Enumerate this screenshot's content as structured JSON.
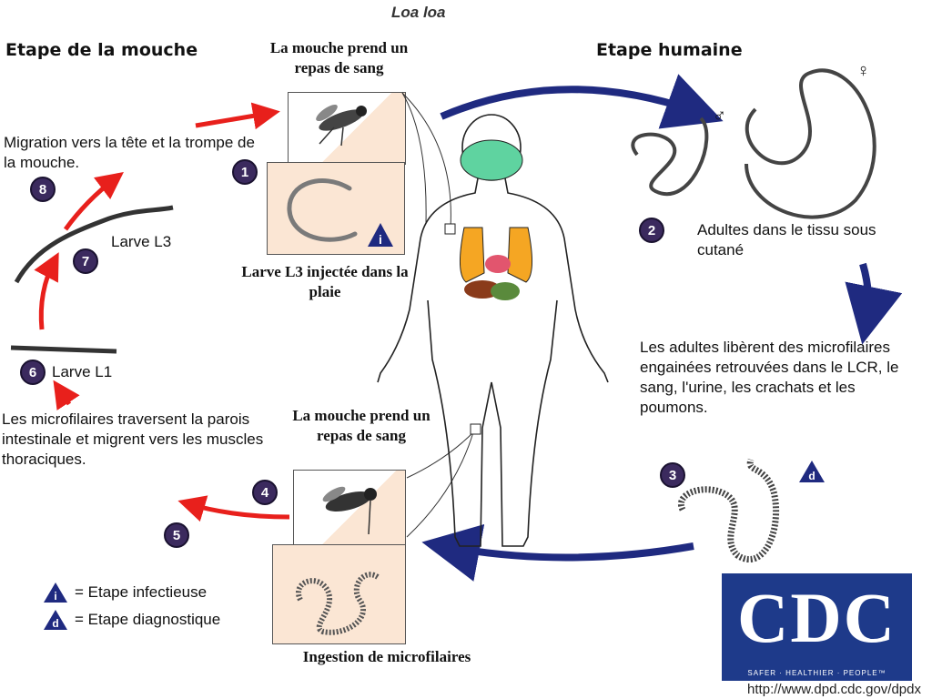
{
  "title": "Loa loa",
  "headers": {
    "fly_stage": "Etape de la mouche",
    "human_stage": "Etape humaine"
  },
  "captions": {
    "fly_meal_top": "La mouche prend un repas de sang",
    "l3_injected": "Larve L3 injectée dans la plaie",
    "fly_meal_bottom": "La mouche prend un repas de sang",
    "ingestion": "Ingestion de microfilaires"
  },
  "steps": {
    "s1": "1",
    "s2": "2",
    "s3": "3",
    "s4": "4",
    "s5": "5",
    "s6": "6",
    "s7": "7",
    "s8": "8"
  },
  "texts": {
    "adults_tissue": "Adultes dans le tissu sous cutané",
    "adults_release": "Les adultes libèrent des microfilaires engainées retrouvées dans le LCR, le sang, l'urine, les crachats et les poumons.",
    "migration": "Migration vers la tête et la trompe de la mouche.",
    "larva_l3": "Larve L3",
    "larva_l1": "Larve L1",
    "microfilariae_cross": "Les microfilaires traversent la parois intestinale et migrent vers les muscles thoraciques."
  },
  "symbols": {
    "male": "♂",
    "female": "♀",
    "infective_letter": "i",
    "diagnostic_letter": "d"
  },
  "legend": {
    "infective": "= Etape infectieuse",
    "diagnostic": "=  Etape diagnostique"
  },
  "logo": {
    "text": "CDC",
    "tagline": "SAFER · HEALTHIER · PEOPLE™"
  },
  "url": "http://www.dpd.cdc.gov/dpdx",
  "colors": {
    "human_cycle_arrow": "#1f2a80",
    "fly_cycle_arrow": "#e8201c",
    "step_badge": "#3b2a5e",
    "panel_bg": "#fbe6d4",
    "cdc_blue": "#1e3a8a"
  }
}
